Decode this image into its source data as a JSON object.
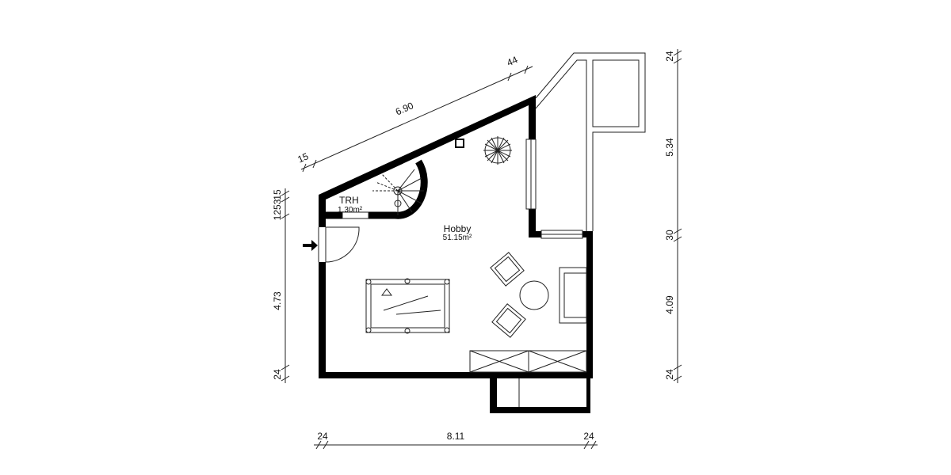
{
  "rooms": [
    {
      "name": "TRH",
      "area": "1.30m²"
    },
    {
      "name": "Hobby",
      "area": "51.15m²"
    }
  ],
  "dimensions": {
    "diagonal": [
      "15",
      "6.90",
      "44"
    ],
    "left": [
      "15",
      "1253",
      "4.73",
      "24"
    ],
    "right": [
      "24",
      "5.34",
      "30",
      "4.09",
      "24"
    ],
    "bottom": [
      "24",
      "8.11",
      "24"
    ]
  },
  "colors": {
    "wall": "#000000",
    "line": "#222222",
    "background": "#ffffff"
  }
}
